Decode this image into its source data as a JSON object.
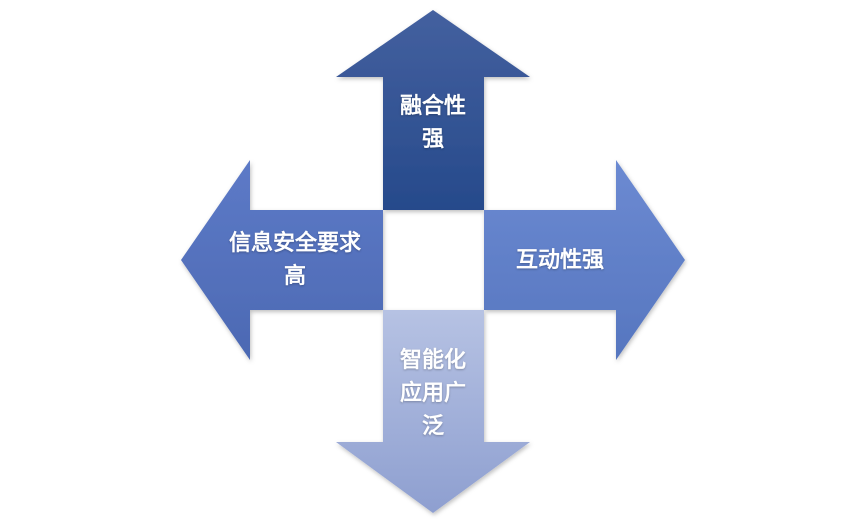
{
  "diagram": {
    "arrows": {
      "up": {
        "label": "融合性\n强",
        "color_top": "#44609f",
        "color_bottom": "#264a8b"
      },
      "left": {
        "label": "信息安全要求\n高",
        "color_top": "#5d7ac7",
        "color_bottom": "#4c69b3"
      },
      "right": {
        "label": "互动性强",
        "color_top": "#6c8ad2",
        "color_bottom": "#5676bf"
      },
      "down": {
        "label": "智能化\n应用广\n泛",
        "color_top": "#b6c2e3",
        "color_bottom": "#8e9fd0"
      }
    }
  }
}
